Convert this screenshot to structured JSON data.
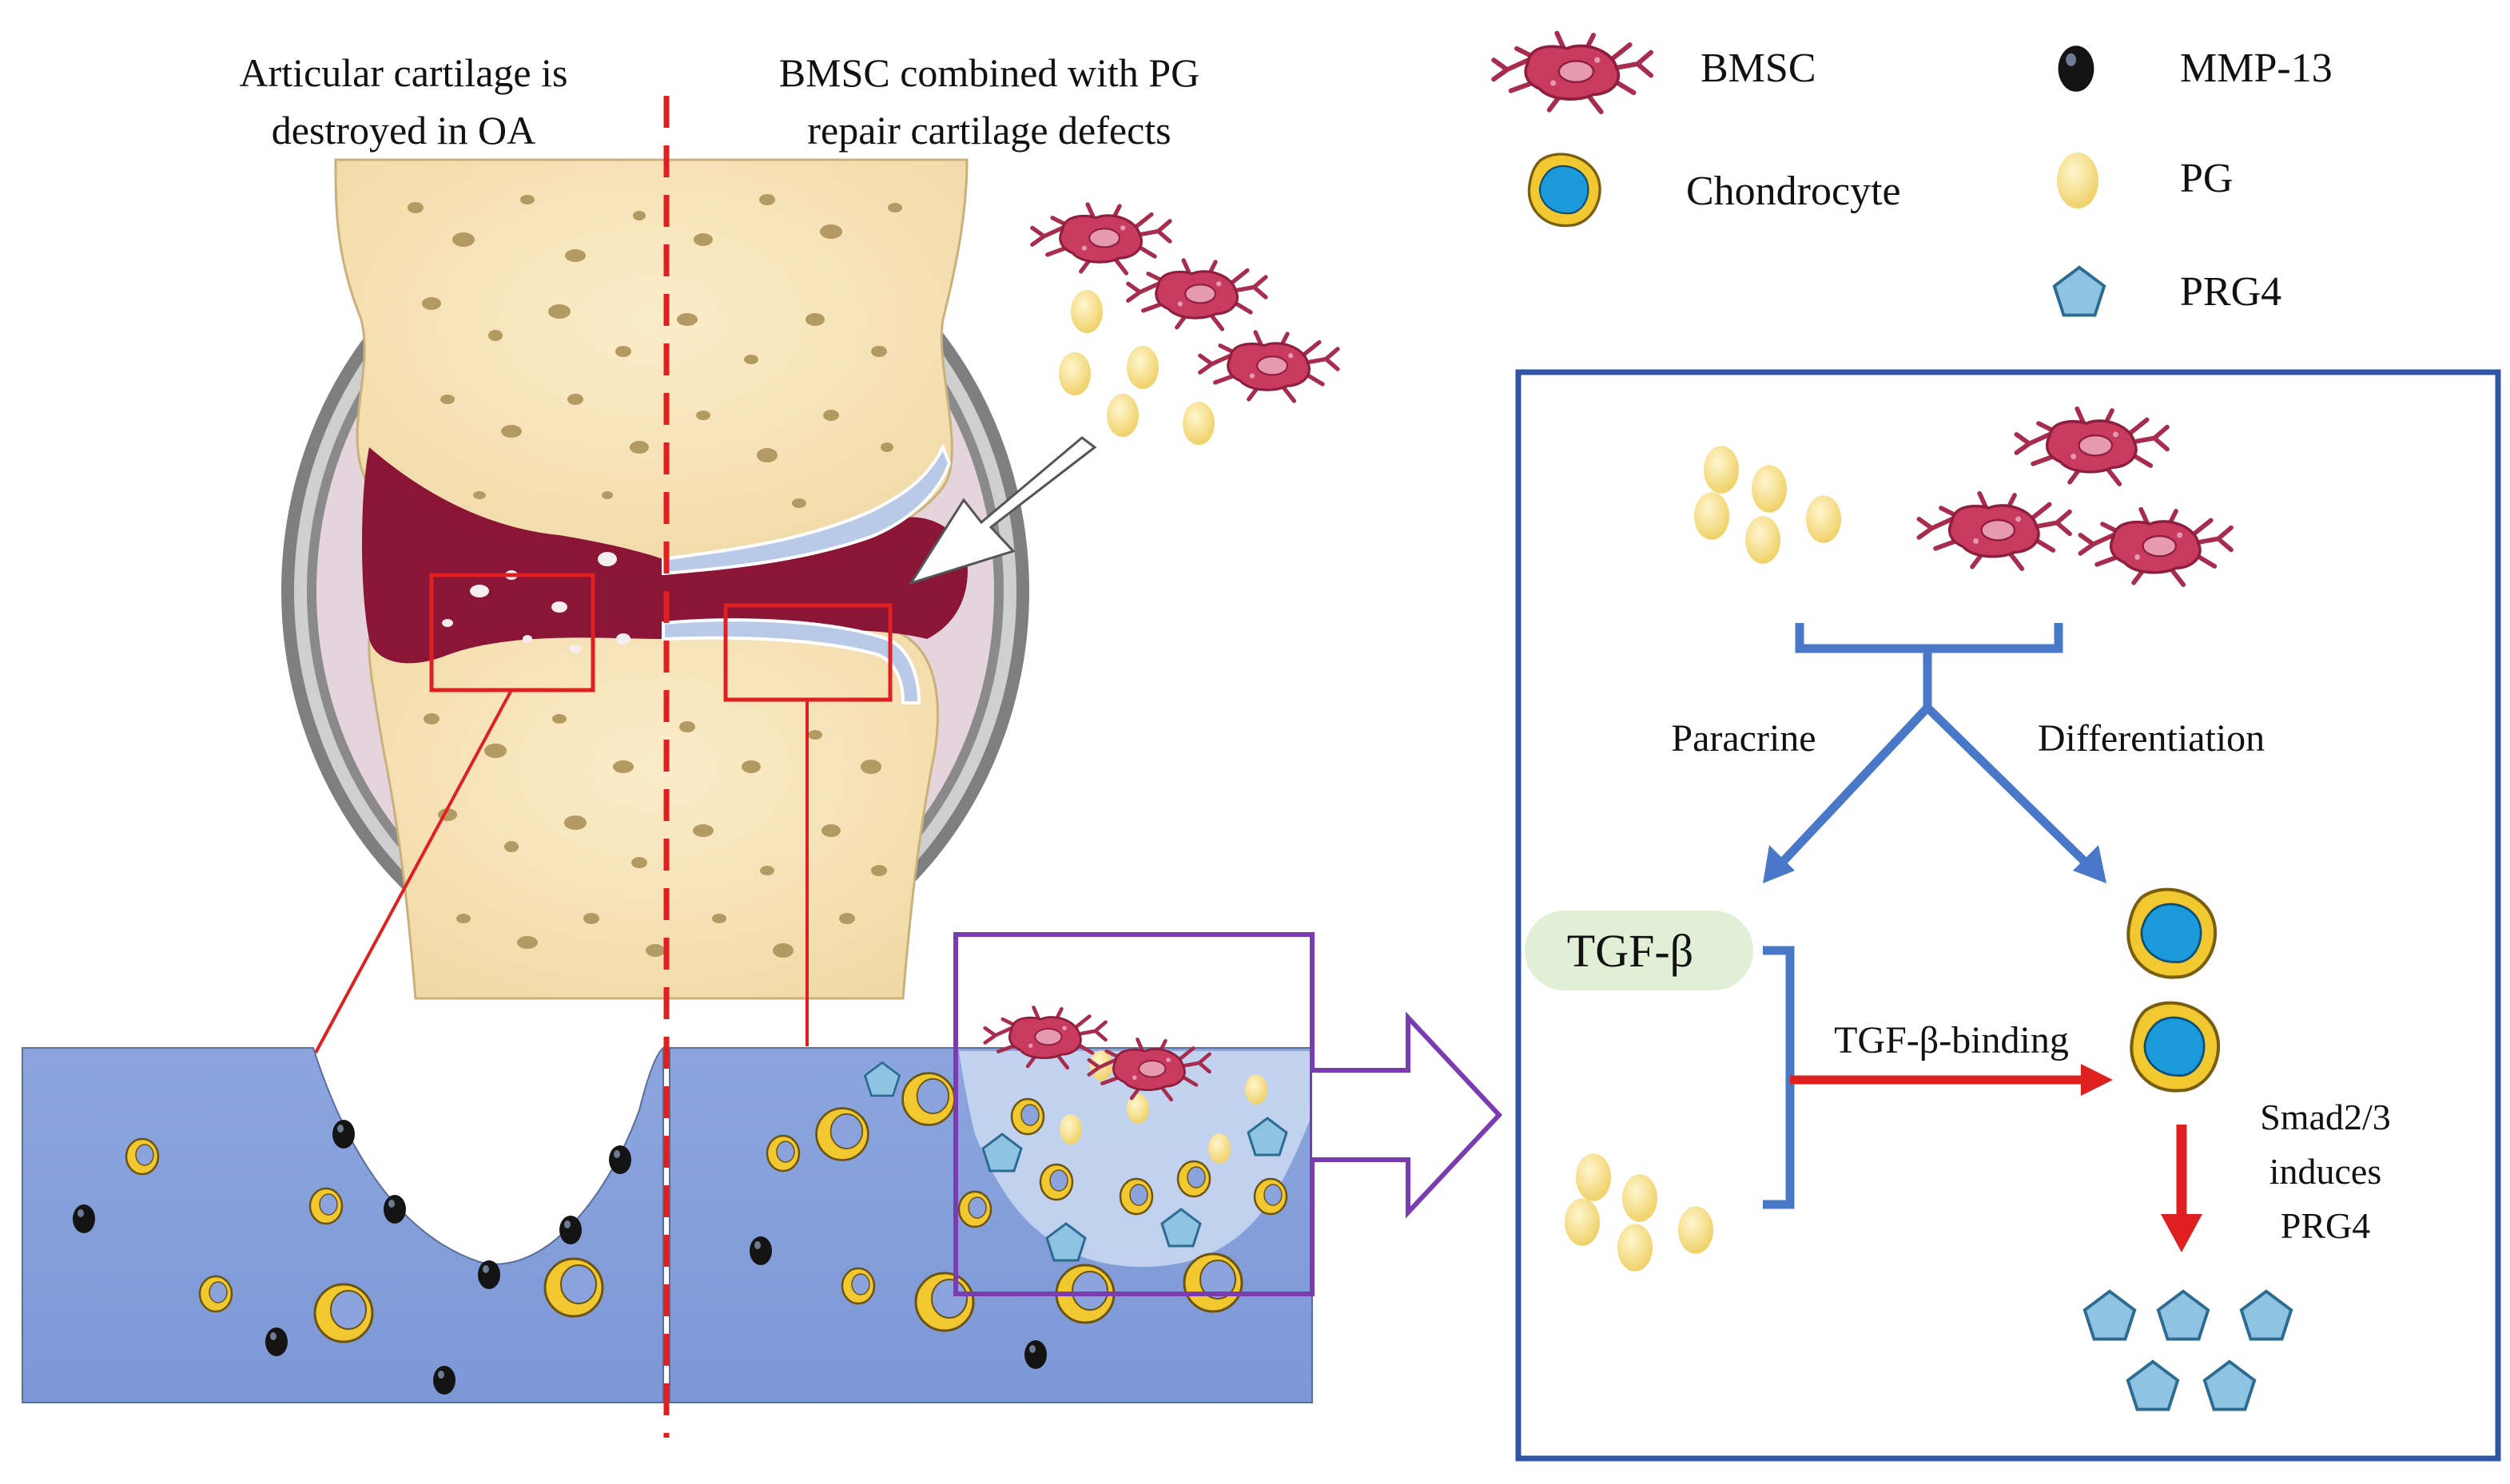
{
  "left_panel": {
    "title_left": [
      "Articular cartilage is",
      "destroyed in OA"
    ],
    "title_right": [
      "BMSC combined with PG",
      "repair cartilage defects"
    ]
  },
  "legend": {
    "items": [
      {
        "icon": "bmsc-cell-icon",
        "label": "BMSC"
      },
      {
        "icon": "chondrocyte-icon",
        "label": "Chondrocyte"
      },
      {
        "icon": "mmp13-icon",
        "label": "MMP-13"
      },
      {
        "icon": "pg-icon",
        "label": "PG"
      },
      {
        "icon": "prg4-icon",
        "label": "PRG4"
      }
    ]
  },
  "mechanism": {
    "paracrine": "Paracrine",
    "differentiation": "Differentiation",
    "tgf": "TGF-β",
    "tgf_binding": "TGF-β-binding",
    "smad_lines": [
      "Smad2/3",
      "induces",
      "PRG4"
    ]
  },
  "colors": {
    "bone_fill": "#f6e3b7",
    "bone_pore": "#b39a63",
    "cartilage_fill": "#8aa3dc",
    "synovium": "#8a1537",
    "bmsc": "#c83a5e",
    "chondro_outer": "#f2c830",
    "chondro_inner": "#1a9ad8",
    "pg": "#f3d97a",
    "prg4": "#8fc3e2",
    "mmp13": "#111111",
    "mechanism_box": "#2f55a4",
    "bracket": "#4a78c8",
    "highlight_red": "#e02020",
    "zoom_box": "#7a3cb0",
    "tgf_bubble": "#e0efd6"
  }
}
